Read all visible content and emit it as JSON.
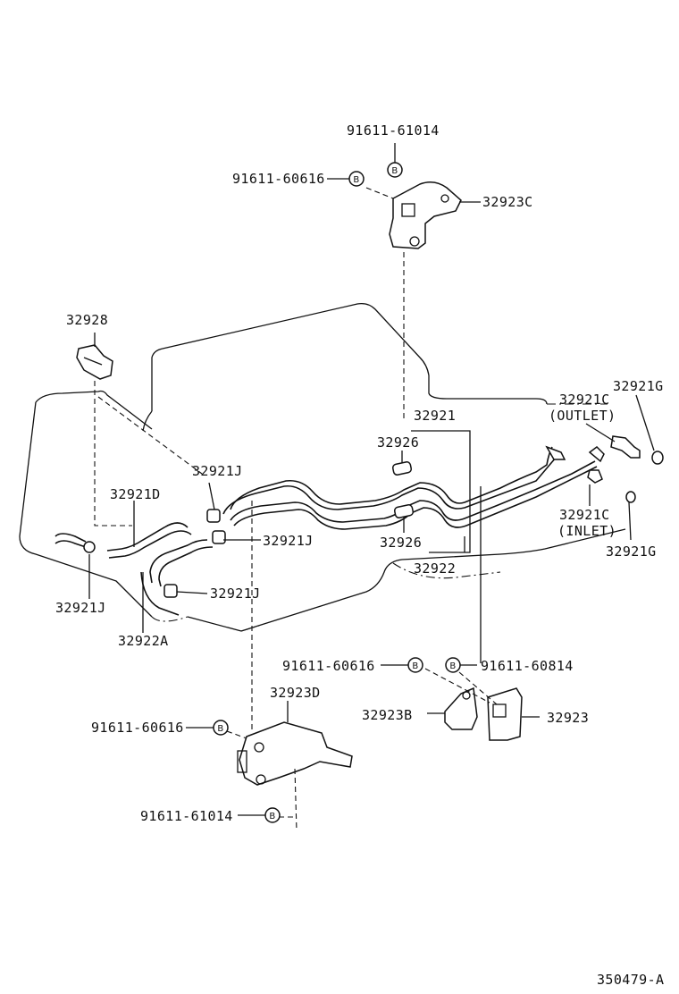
{
  "diagram": {
    "footer_code": "350479-A",
    "bolt_symbol": "B",
    "labels": {
      "p91611_61014_top": "91611-61014",
      "p91611_60616_top": "91611-60616",
      "p32923C": "32923C",
      "p32928": "32928",
      "p32921G_top": "32921G",
      "p32921C_outlet": "32921C",
      "outlet": "(OUTLET)",
      "p32921": "32921",
      "p32926_top": "32926",
      "p32921J_a": "32921J",
      "p32921D": "32921D",
      "p32921J_b": "32921J",
      "p32921C_inlet": "32921C",
      "inlet": "(INLET)",
      "p32926_bot": "32926",
      "p32921G_bot": "32921G",
      "p32922": "32922",
      "p32921J_c": "32921J",
      "p32921J_d": "32921J",
      "p32922A": "32922A",
      "p91611_60616_mid": "91611-60616",
      "p91611_60814": "91611-60814",
      "p32923D": "32923D",
      "p32923B": "32923B",
      "p32923": "32923",
      "p91611_60616_bot": "91611-60616",
      "p91611_61014_bot": "91611-61014"
    }
  }
}
